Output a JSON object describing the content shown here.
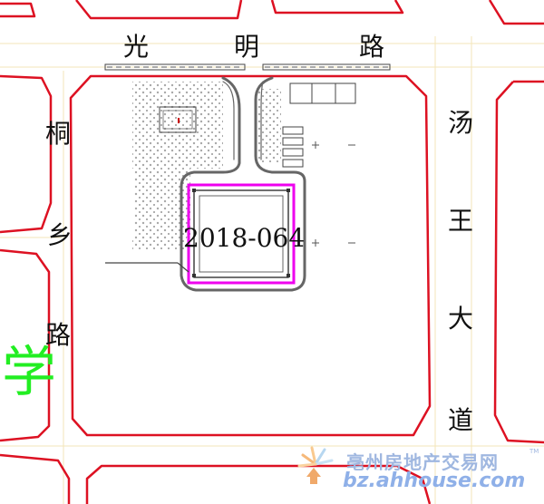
{
  "roads": {
    "north": [
      "光",
      "明",
      "路"
    ],
    "west": [
      "桐",
      "乡",
      "路"
    ],
    "east": [
      "汤",
      "王",
      "大",
      "道"
    ]
  },
  "parcel": {
    "id": "2018-064"
  },
  "school_label": "学",
  "watermark": {
    "name": "亳州房地产交易网",
    "url": "bz.ahhouse.com",
    "tm": "TM"
  },
  "colors": {
    "road_border": "#dd1122",
    "road_fill": "#fff9e8",
    "parcel_outline": "#ee00ee",
    "school_text": "#22ee22"
  }
}
